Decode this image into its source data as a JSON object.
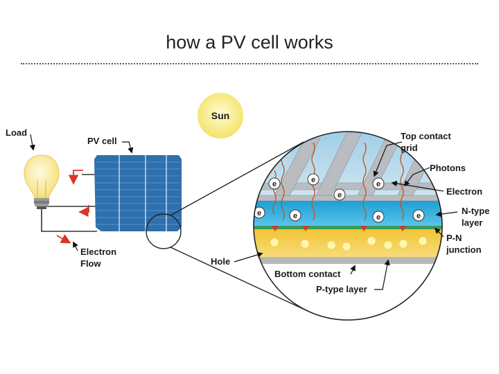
{
  "title": "how a PV cell works",
  "labels": {
    "sun": "Sun",
    "load": "Load",
    "pv_cell": "PV cell",
    "electron_flow_line1": "Electron",
    "electron_flow_line2": "Flow",
    "hole": "Hole",
    "top_contact_line1": "Top contact",
    "top_contact_line2": "grid",
    "photons": "Photons",
    "electron": "Electron",
    "ntype_line1": "N-type",
    "ntype_line2": "layer",
    "pn_line1": "P-N",
    "pn_line2": "junction",
    "bottom_contact": "Bottom contact",
    "ptype": "P-type layer",
    "electron_symbol": "e"
  },
  "colors": {
    "sun": "#f7ee8a",
    "panel": "#2e6fae",
    "n_layer": "#2aa8d8",
    "p_layer": "#f4c43a",
    "arrow_red": "#d9352a",
    "photon": "#c0562a"
  }
}
